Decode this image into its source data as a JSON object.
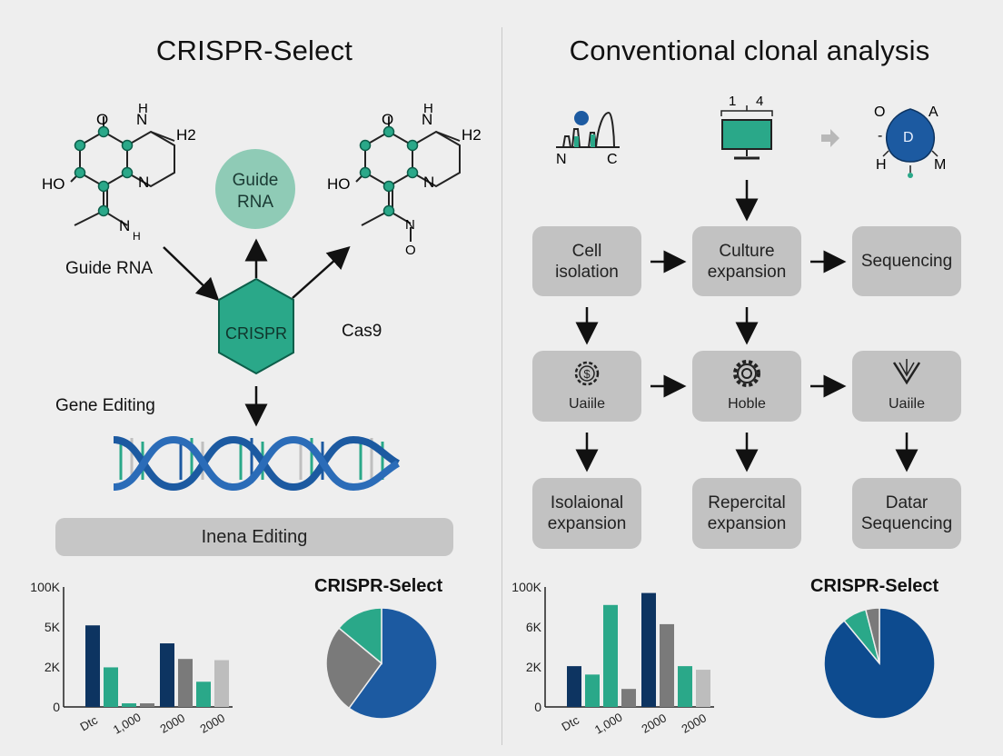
{
  "left_panel": {
    "title": "CRISPR-Select",
    "guide_rna_bubble": "Guide\nRNA",
    "guide_rna_label": "Guide RNA",
    "crispr_hex": "CRISPR",
    "cas9_label": "Cas9",
    "gene_editing_label": "Gene Editing",
    "band_label": "Inena Editing",
    "molecule_left": {
      "top": "O",
      "nh": "N",
      "h": "H",
      "h2": "H2",
      "ho": "HO",
      "n2": "N",
      "nh_bottom": "N",
      "h_sub": "H"
    },
    "molecule_right": {
      "top": "O",
      "nh": "N",
      "h": "H",
      "h2": "H2",
      "ho": "HO",
      "n2": "N",
      "no": "N",
      "o_bottom": "O"
    }
  },
  "right_panel": {
    "title": "Conventional clonal analysis",
    "icon_labels": {
      "n": "N",
      "c": "C",
      "one": "1",
      "four": "4",
      "o": "O",
      "a": "A",
      "d": "D",
      "h": "H",
      "m": "M",
      "dash": "-"
    },
    "boxes": [
      {
        "id": "cell-isolation",
        "label": "Cell\nisolation"
      },
      {
        "id": "culture-expansion",
        "label": "Culture\nexpansion"
      },
      {
        "id": "sequencing",
        "label": "Sequencing"
      },
      {
        "id": "uaiile-1",
        "label": "Uaiile"
      },
      {
        "id": "hoble",
        "label": "Hoble"
      },
      {
        "id": "uaiile-2",
        "label": "Uaiile"
      },
      {
        "id": "isolaional-expansion",
        "label": "Isolaional\nexpansion"
      },
      {
        "id": "repercital-expansion",
        "label": "Repercital\nexpansion"
      },
      {
        "id": "datar-sequencing",
        "label": "Datar\nSequencing"
      }
    ]
  },
  "chart_data": [
    {
      "type": "bar",
      "yticks": [
        "100K",
        "5K",
        "2K",
        "0"
      ],
      "xticks": [
        "Dtc",
        "1,000",
        "2000",
        "2000"
      ],
      "ylim": [
        0,
        100
      ],
      "bars": [
        {
          "v": 68,
          "color": "#0d3461"
        },
        {
          "v": 33,
          "color": "#2aa889"
        },
        {
          "v": 3,
          "color": "#2aa889"
        },
        {
          "v": 3,
          "color": "#7a7a7a"
        },
        {
          "v": 53,
          "color": "#0d3461"
        },
        {
          "v": 40,
          "color": "#7a7a7a"
        },
        {
          "v": 21,
          "color": "#2aa889"
        },
        {
          "v": 39,
          "color": "#bdbdbd"
        }
      ]
    },
    {
      "type": "pie",
      "title": "CRISPR-Select",
      "slices": [
        {
          "v": 60,
          "color": "#1c5aa1"
        },
        {
          "v": 26,
          "color": "#7a7a7a"
        },
        {
          "v": 14,
          "color": "#2aa889"
        }
      ]
    },
    {
      "type": "bar",
      "yticks": [
        "100K",
        "6K",
        "2K",
        "0"
      ],
      "xticks": [
        "Dtc",
        "1,000",
        "2000",
        "2000"
      ],
      "ylim": [
        0,
        100
      ],
      "bars": [
        {
          "v": 34,
          "color": "#0d3461"
        },
        {
          "v": 27,
          "color": "#2aa889"
        },
        {
          "v": 85,
          "color": "#2aa889"
        },
        {
          "v": 15,
          "color": "#7a7a7a"
        },
        {
          "v": 95,
          "color": "#0d3461"
        },
        {
          "v": 69,
          "color": "#7a7a7a"
        },
        {
          "v": 34,
          "color": "#2aa889"
        },
        {
          "v": 31,
          "color": "#bdbdbd"
        }
      ]
    },
    {
      "type": "pie",
      "title": "CRISPR-Select",
      "slices": [
        {
          "v": 89,
          "color": "#0d4b8f"
        },
        {
          "v": 7,
          "color": "#2aa889"
        },
        {
          "v": 4,
          "color": "#7a7a7a"
        }
      ]
    }
  ]
}
